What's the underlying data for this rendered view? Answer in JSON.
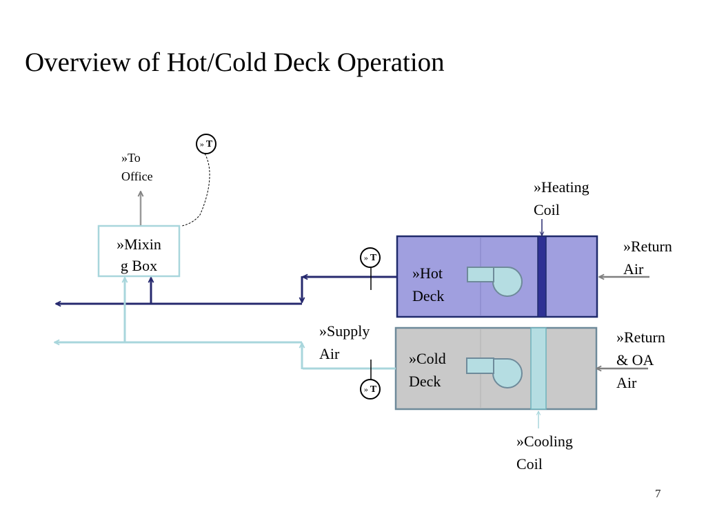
{
  "title": "Overview of Hot/Cold Deck Operation",
  "colors": {
    "hot_deck_fill": "#a09fdf",
    "hot_deck_border": "#1f2a6b",
    "heating_coil": "#2e3194",
    "cold_deck_fill": "#c9c9c9",
    "cold_deck_border": "#6e8a9a",
    "cooling_coil": "#b5dde2",
    "fan": "#b5dde2",
    "hot_supply_duct": "#26296e",
    "cold_supply_duct": "#a8d6dc",
    "return_arrow": "#7f7f7f",
    "mixing_box_border": "#a8d6dc"
  },
  "labels": {
    "to_office_line1": "»To",
    "to_office_line2": "Office",
    "mixing_box_line1": "»Mixin",
    "mixing_box_line2": "g Box",
    "heating_coil_line1": "»Heating",
    "heating_coil_line2": "Coil",
    "return_air_line1": "»Return",
    "return_air_line2": "Air",
    "hot_deck_line1": "»Hot",
    "hot_deck_line2": "Deck",
    "supply_air_line1": "»Supply",
    "supply_air_line2": "Air",
    "cold_deck_line1": "»Cold",
    "cold_deck_line2": "Deck",
    "return_oa_line1": "»Return",
    "return_oa_line2": "& OA",
    "return_oa_line3": "Air",
    "cooling_coil_line1": "»Cooling",
    "cooling_coil_line2": "Coil"
  },
  "sensors": {
    "prefix": "»",
    "letter": "T"
  },
  "page_number": "7",
  "icons": [
    "fan-icon",
    "arrow-icon",
    "temperature-sensor-icon"
  ]
}
